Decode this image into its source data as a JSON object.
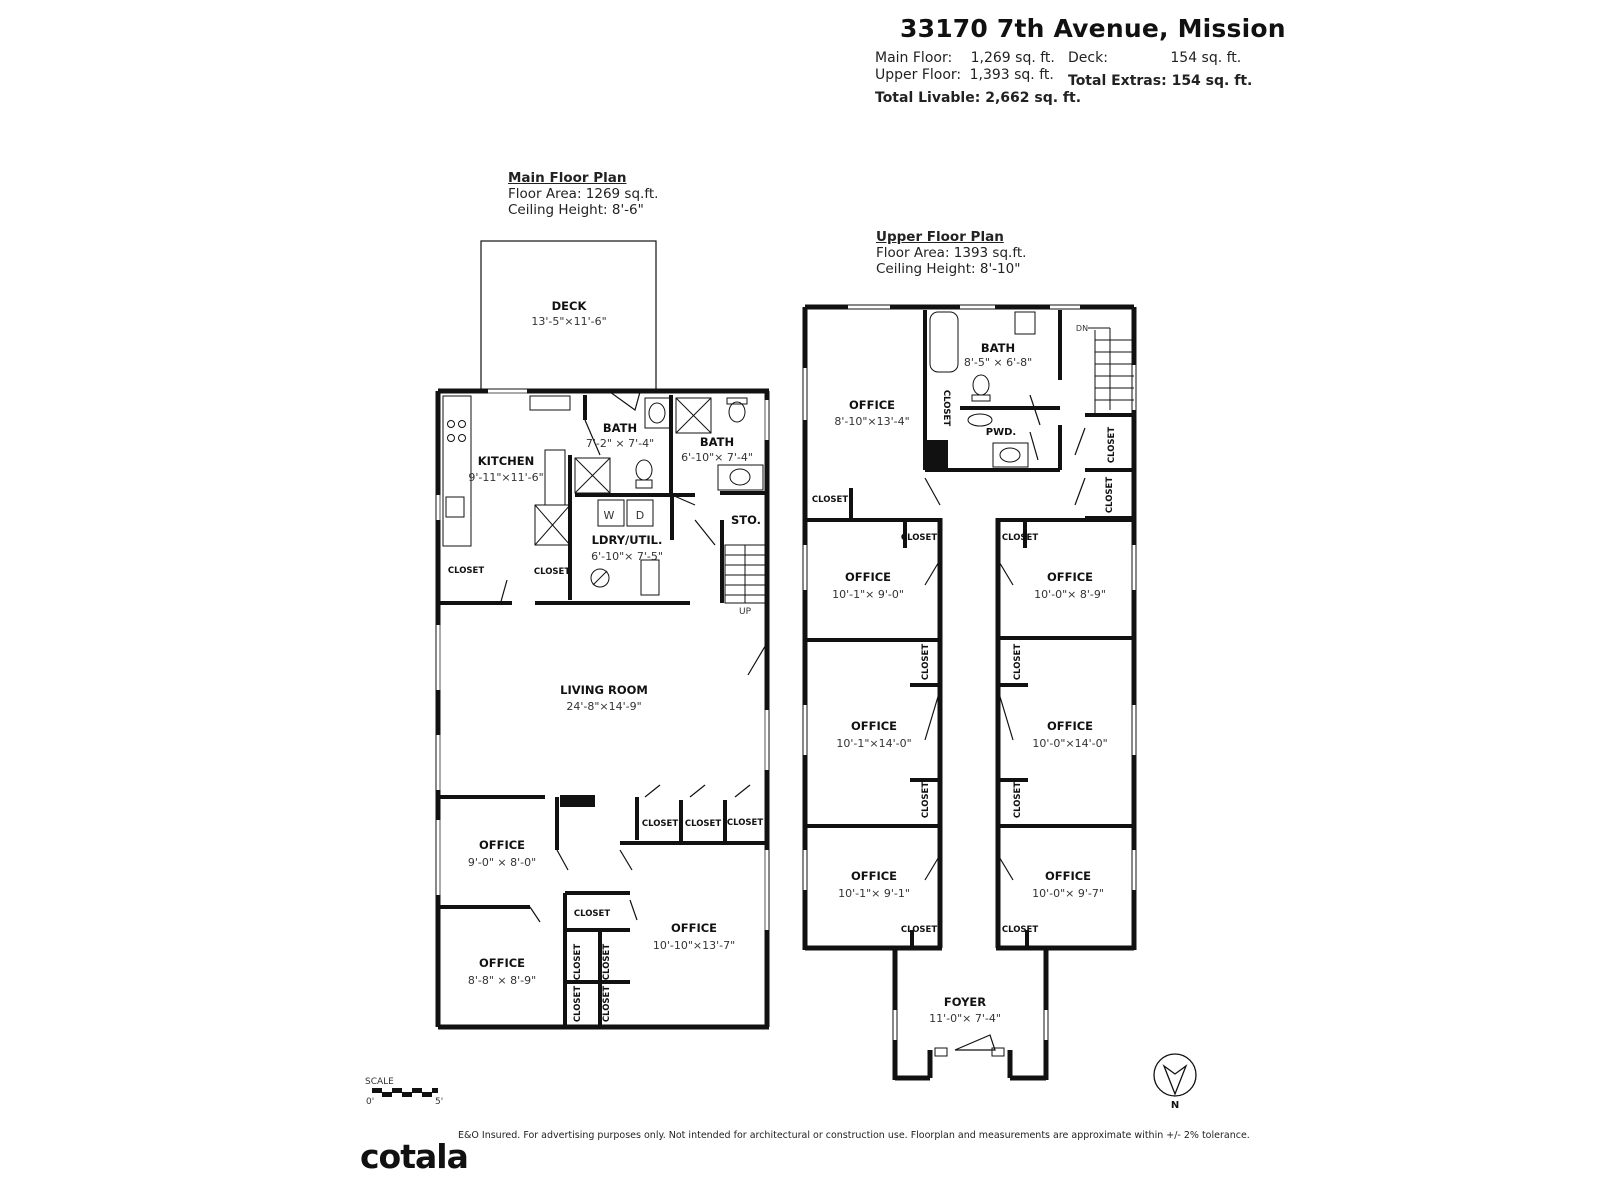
{
  "header": {
    "address": "33170 7th Avenue, Mission",
    "stats": {
      "main_floor_label": "Main Floor:",
      "main_floor_value": "1,269 sq. ft.",
      "upper_floor_label": "Upper Floor:",
      "upper_floor_value": "1,393 sq. ft.",
      "total_livable_label": "Total Livable:",
      "total_livable_value": "2,662 sq. ft.",
      "deck_label": "Deck:",
      "deck_value": "154 sq. ft.",
      "total_extras_label": "Total Extras:",
      "total_extras_value": "154 sq. ft."
    }
  },
  "main_floor": {
    "heading": "Main Floor Plan",
    "floor_area": "Floor Area: 1269 sq.ft.",
    "ceiling_height": "Ceiling Height: 8'-6\"",
    "rooms": [
      {
        "name": "DECK",
        "dims": "13'-5\"×11'-6\""
      },
      {
        "name": "KITCHEN",
        "dims": "9'-11\"×11'-6\""
      },
      {
        "name": "BATH",
        "dims": "7'-2\" × 7'-4\""
      },
      {
        "name": "BATH",
        "dims": "6'-10\"× 7'-4\""
      },
      {
        "name": "LDRY/UTIL.",
        "dims": "6'-10\"× 7'-5\""
      },
      {
        "name": "STO.",
        "dims": ""
      },
      {
        "name": "LIVING ROOM",
        "dims": "24'-8\"×14'-9\""
      },
      {
        "name": "OFFICE",
        "dims": "9'-0\" × 8'-0\""
      },
      {
        "name": "OFFICE",
        "dims": "8'-8\" × 8'-9\""
      },
      {
        "name": "OFFICE",
        "dims": "10'-10\"×13'-7\""
      }
    ],
    "closet_label": "CLOSET",
    "washer_label": "W",
    "dryer_label": "D",
    "stairs_label": "UP"
  },
  "upper_floor": {
    "heading": "Upper Floor Plan",
    "floor_area": "Floor Area: 1393 sq.ft.",
    "ceiling_height": "Ceiling Height: 8'-10\"",
    "rooms": [
      {
        "name": "OFFICE",
        "dims": "8'-10\"×13'-4\""
      },
      {
        "name": "BATH",
        "dims": "8'-5\" × 6'-8\""
      },
      {
        "name": "PWD.",
        "dims": ""
      },
      {
        "name": "OFFICE",
        "dims": "10'-1\"× 9'-0\""
      },
      {
        "name": "OFFICE",
        "dims": "10'-0\"× 8'-9\""
      },
      {
        "name": "OFFICE",
        "dims": "10'-1\"×14'-0\""
      },
      {
        "name": "OFFICE",
        "dims": "10'-0\"×14'-0\""
      },
      {
        "name": "OFFICE",
        "dims": "10'-1\"× 9'-1\""
      },
      {
        "name": "OFFICE",
        "dims": "10'-0\"× 9'-7\""
      },
      {
        "name": "FOYER",
        "dims": "11'-0\"× 7'-4\""
      }
    ],
    "closet_label": "CLOSET",
    "stairs_label": "DN"
  },
  "scale": {
    "label": "SCALE",
    "start": "0'",
    "end": "5'"
  },
  "compass": {
    "label": "N"
  },
  "footer": {
    "brand": "cotala",
    "disclaimer": "E&O Insured. For advertising purposes only. Not intended for architectural or construction use. Floorplan and measurements are approximate within +/- 2% tolerance."
  }
}
